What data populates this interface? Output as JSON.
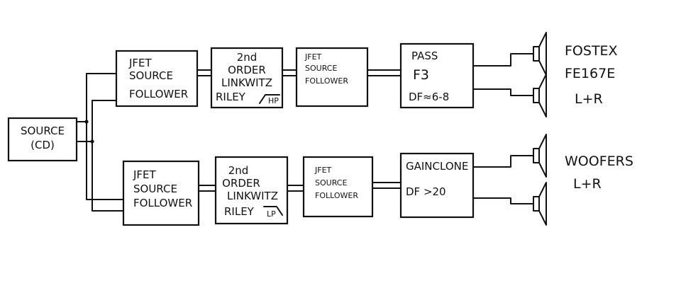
{
  "source": {
    "line1": "SOURCE",
    "line2": "(CD)"
  },
  "top_chain": {
    "buffer_in": [
      "JFET",
      "SOURCE",
      "FOLLOWER"
    ],
    "crossover": [
      "2nd",
      "ORDER",
      "LINKWITZ",
      "RILEY"
    ],
    "crossover_tag": "HP",
    "buffer_out": [
      "JFET",
      "SOURCE",
      "FOLLOWER"
    ],
    "amp": [
      "PASS",
      "F3",
      "DF≈6-8"
    ],
    "speakers": [
      "FOSTEX",
      "FE167E",
      "L+R"
    ]
  },
  "bottom_chain": {
    "buffer_in": [
      "JFET",
      "SOURCE",
      "FOLLOWER"
    ],
    "crossover": [
      "2nd",
      "ORDER",
      "LINKWITZ",
      "RILEY"
    ],
    "crossover_tag": "LP",
    "buffer_out": [
      "JFET",
      "SOURCE",
      "FOLLOWER"
    ],
    "amp": [
      "GAINCLONE",
      "DF >20"
    ],
    "speakers": [
      "WOOFERS",
      "L+R"
    ]
  },
  "colors": {
    "ink": "#111111",
    "paper": "#ffffff"
  }
}
